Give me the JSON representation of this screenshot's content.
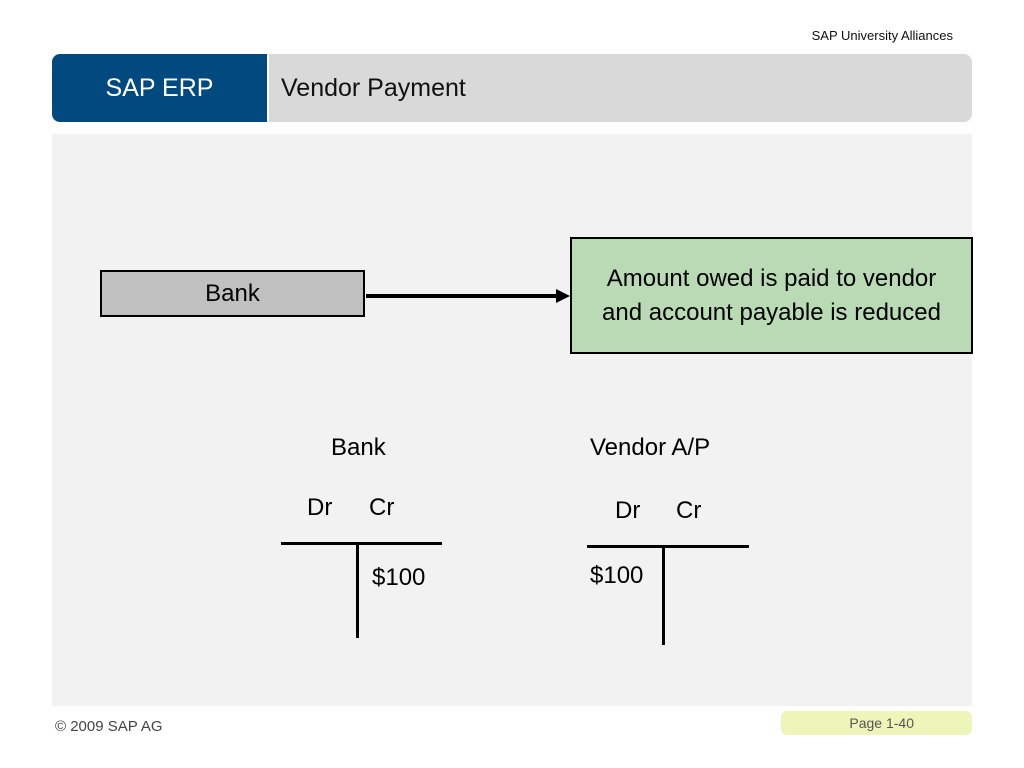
{
  "header": {
    "organization": "SAP University Alliances",
    "product": "SAP ERP",
    "title": "Vendor Payment"
  },
  "diagram": {
    "source_box": "Bank",
    "note": "Amount owed is paid to vendor and account payable is reduced"
  },
  "t_accounts": [
    {
      "name": "Bank",
      "debit_label": "Dr",
      "credit_label": "Cr",
      "debit_amount": "",
      "credit_amount": "$100"
    },
    {
      "name": "Vendor A/P",
      "debit_label": "Dr",
      "credit_label": "Cr",
      "debit_amount": "$100",
      "credit_amount": ""
    }
  ],
  "footer": {
    "copyright": "© 2009 SAP AG",
    "page": "Page 1-40"
  },
  "colors": {
    "brand_blue": "#02497f",
    "header_gray": "#d9d9d9",
    "content_bg": "#f2f2f2",
    "note_green": "#b9dab5",
    "bank_gray": "#c0c0c0",
    "page_pill": "#eef5b9"
  }
}
